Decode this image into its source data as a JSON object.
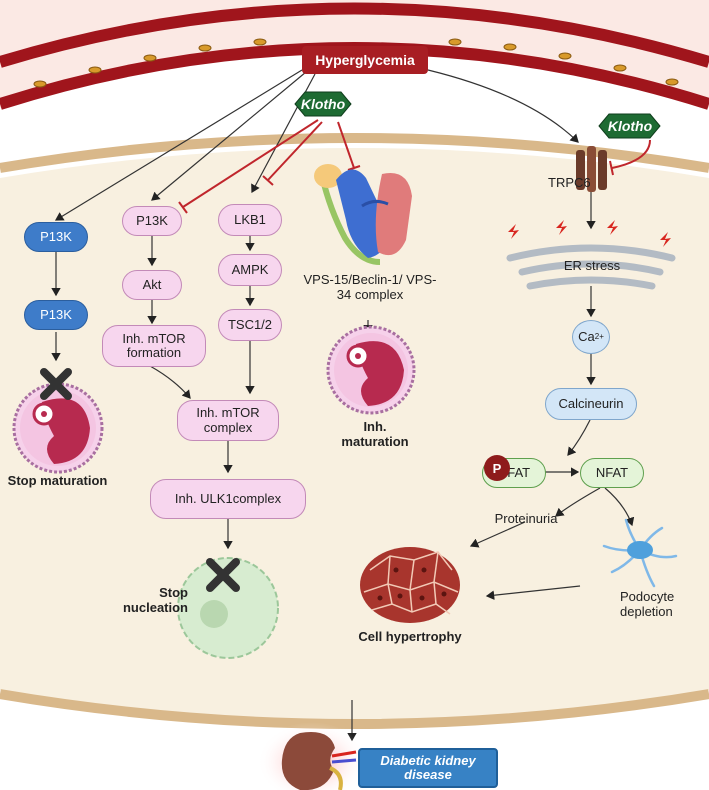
{
  "hyperglycemia": "Hyperglycemia",
  "klotho": "Klotho",
  "left": {
    "p13k_a": "P13K",
    "p13k_b": "P13K",
    "stop_maturation": "Stop maturation"
  },
  "mid": {
    "p13k": "P13K",
    "akt": "Akt",
    "inh_mtor_formation": "Inh. mTOR formation",
    "lkb1": "LKB1",
    "ampk": "AMPK",
    "tsc": "TSC1/2",
    "inh_mtor_complex": "Inh. mTOR complex",
    "inh_ulk1": "Inh. ULK1complex",
    "stop_nucleation": "Stop nucleation"
  },
  "vps": {
    "label": "VPS-15/Beclin-1/ VPS-34 complex",
    "inh_maturation": "Inh. maturation"
  },
  "right": {
    "trpc6": "TRPC6",
    "er_stress": "ER stress",
    "ca": "Ca",
    "ca_sup": "2+",
    "calcineurin": "Calcineurin",
    "p": "P",
    "nfat_a": "NFAT",
    "nfat_b": "NFAT",
    "proteinuria": "Proteinuria",
    "podocyte": "Podocyte depletion",
    "hypertrophy": "Cell hypertrophy"
  },
  "dkd": "Diabetic kidney disease",
  "colors": {
    "vessel": "#a0151c",
    "cell": "#f8f0e0",
    "klotho": "#1e6b33",
    "pink": "#f7d6ee",
    "blue": "#3e7cc9",
    "inhibit": "#c0262c"
  }
}
